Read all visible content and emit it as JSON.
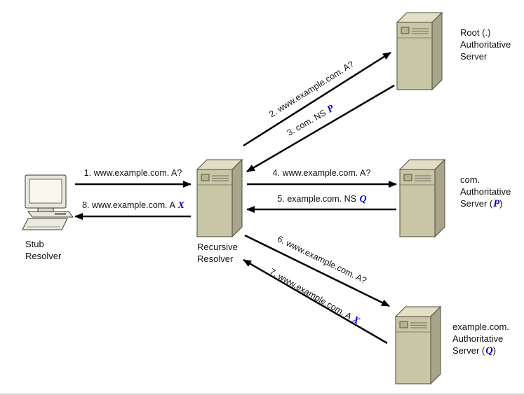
{
  "colors": {
    "variable_blue": "#0000cc",
    "arrow_black": "#000000",
    "server_front": "#c9c6a8",
    "server_side": "#a8a58a",
    "server_top": "#e2dfc6"
  },
  "icons": {
    "stub_resolver": "desktop-computer-icon",
    "recursive_resolver": "server-tower-icon",
    "root_server": "server-tower-icon",
    "com_server": "server-tower-icon",
    "example_server": "server-tower-icon"
  },
  "nodes": {
    "stub_resolver": {
      "line1": "Stub",
      "line2": "Resolver"
    },
    "recursive_resolver": {
      "line1": "Recursive",
      "line2": "Resolver"
    },
    "root_server": {
      "line1": "Root (.)",
      "line2": "Authoritative",
      "line3": "Server"
    },
    "com_server": {
      "line1": "com.",
      "line2": "Authoritative",
      "line3": "Server (",
      "var": "P",
      "line3_close": ")"
    },
    "example_server": {
      "line1": "example.com.",
      "line2": "Authoritative",
      "line3": "Server (",
      "var": "Q",
      "line3_close": ")"
    }
  },
  "messages": {
    "m1": {
      "prefix": "1. www.example.com. A?",
      "var": ""
    },
    "m2": {
      "prefix": "2. www.example.com. A?",
      "var": ""
    },
    "m3": {
      "prefix": "3. com. NS ",
      "var": "P"
    },
    "m4": {
      "prefix": "4. www.example.com. A?",
      "var": ""
    },
    "m5": {
      "prefix": "5. example.com. NS ",
      "var": "Q"
    },
    "m6": {
      "prefix": "6. www.example.com. A?",
      "var": ""
    },
    "m7": {
      "prefix": "7. www.example.com. A ",
      "var": "X"
    },
    "m8": {
      "prefix": "8. www.example.com. A ",
      "var": "X"
    }
  }
}
